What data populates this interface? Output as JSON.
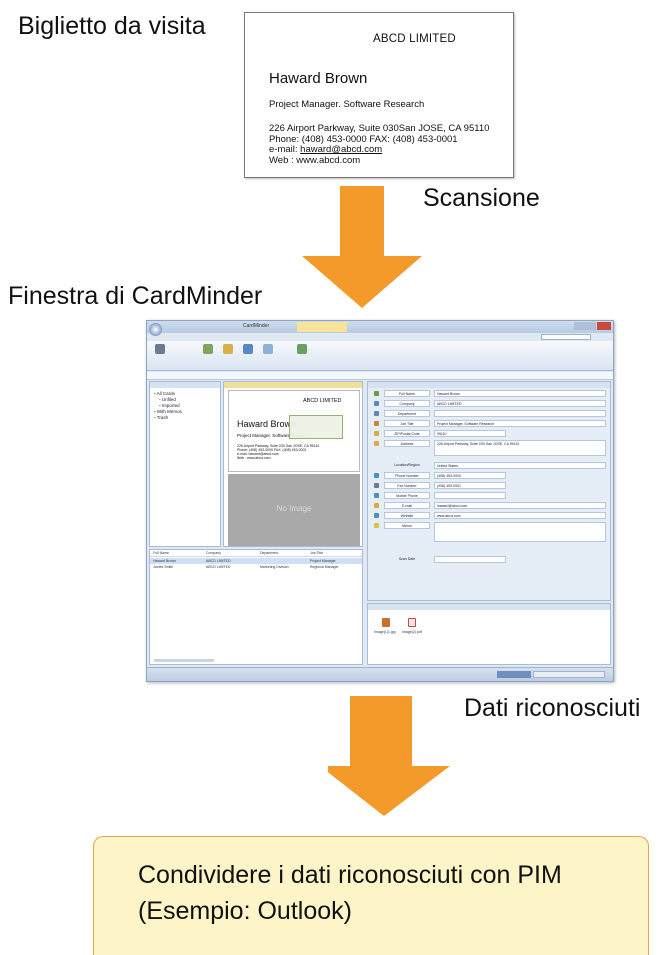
{
  "labels": {
    "business_card": "Biglietto da visita",
    "scan": "Scansione",
    "window": "Finestra di CardMinder",
    "recognized": "Dati riconosciuti"
  },
  "business_card": {
    "company": "ABCD LIMITED",
    "name": "Haward Brown",
    "title": "Project Manager. Software Research",
    "address_line": "226 Airport Parkway, Suite 030San JOSE, CA 95110",
    "phone_line": "Phone: (408) 453-0000     FAX: (408) 453-0001",
    "email_prefix": "e-mail: ",
    "email": "haward@abcd.com",
    "web_line": "Web   : www.abcd.com"
  },
  "cardminder_window": {
    "title": "CardMinder",
    "no_image_text": "No Image",
    "preview": {
      "company": "ABCD LIMITED",
      "name": "Haward Brown",
      "title": "Project Manager. Software Research",
      "address_line": "226 Airport Parkway, Suite 030 San JOSE, CA 95110",
      "phone_line": "Phone: (408) 453-0000  FAX: (408) 453-0001",
      "email_line": "e-mail: haward@abcd.com",
      "web_line": "Web : www.abcd.com"
    },
    "tree": [
      "All Cards",
      "Unfiled",
      "Imported",
      "With Memos",
      "Trash"
    ],
    "list": {
      "headers": [
        "Full Name",
        "Company",
        "Department",
        "Job Title"
      ],
      "rows": [
        [
          "Haward Brown",
          "ABCD LIMITED",
          "",
          "Project Manager"
        ],
        [
          "James Smith",
          "ABCD LIMITED",
          "Marketing Division",
          "Regional Manager"
        ]
      ]
    },
    "fields": [
      {
        "label": "Full Name",
        "value": "Haward Brown"
      },
      {
        "label": "Company",
        "value": "ABCD LIMITED"
      },
      {
        "label": "Department",
        "value": ""
      },
      {
        "label": "Job Title",
        "value": "Project Manager. Software Research"
      },
      {
        "label": "ZIP/Postal Code",
        "value": "95110"
      },
      {
        "label": "Address",
        "value": "226 Airport Parkway, Suite 030 San JOSE, CA 95110"
      },
      {
        "label": "Location/Region",
        "value": "United States"
      },
      {
        "label": "Phone Number",
        "value": "(408) 453-0000"
      },
      {
        "label": "Fax Number",
        "value": "(408) 453-0001"
      },
      {
        "label": "Mobile Phone",
        "value": ""
      },
      {
        "label": "E-mail",
        "value": "haward@abcd.com"
      },
      {
        "label": "Website",
        "value": "www.abcd.com"
      },
      {
        "label": "Memo",
        "value": ""
      },
      {
        "label": "Scan Date",
        "value": ""
      }
    ],
    "files": [
      "Image(1)1.jpg",
      "Image(2).pdf"
    ]
  },
  "pim_box": {
    "line1": "Condividere i dati riconosciuti con PIM",
    "line2": "(Esempio: Outlook)"
  },
  "colors": {
    "arrow": "#f39a2b",
    "box_fill": "#fdf4c7",
    "box_border": "#e7a24a"
  }
}
